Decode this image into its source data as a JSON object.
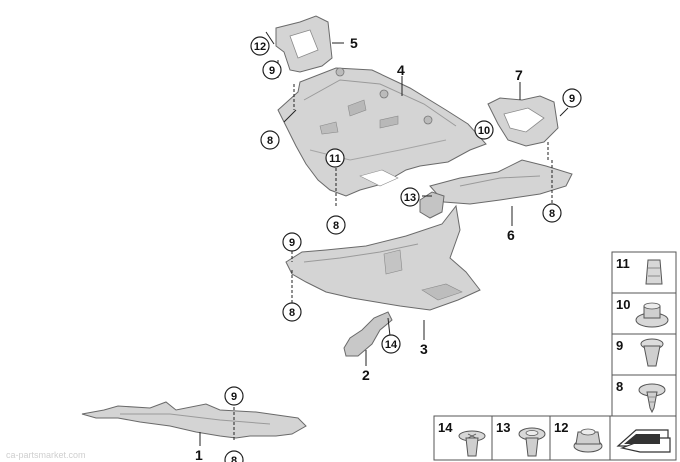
{
  "diagram": {
    "part_labels": [
      "1",
      "2",
      "3",
      "4",
      "5",
      "6",
      "7"
    ],
    "callouts": [
      "8",
      "9",
      "10",
      "11",
      "12",
      "13",
      "14"
    ],
    "legend": {
      "right_column": [
        "11",
        "10",
        "9",
        "8"
      ],
      "bottom_row": [
        "14",
        "13",
        "12"
      ]
    },
    "watermark": "ca-partsmarket.com"
  },
  "colors": {
    "part_fill": "#d4d4d4",
    "part_edge": "#6a6a6a",
    "line": "#222222",
    "legend_border": "#555555"
  }
}
